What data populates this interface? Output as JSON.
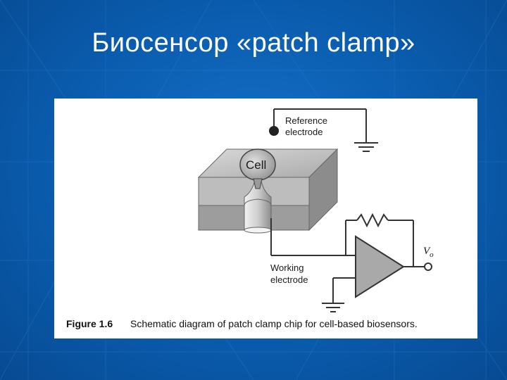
{
  "slide": {
    "title": "Биосенсор «patch clamp»"
  },
  "figure": {
    "reference_label_line1": "Reference",
    "reference_label_line2": "electrode",
    "cell_label": "Cell",
    "working_label_line1": "Working",
    "working_label_line2": "electrode",
    "output_label": "V",
    "output_subscript": "o",
    "caption_number": "Figure 1.6",
    "caption_text": "Schematic diagram of patch clamp chip for cell-based biosensors."
  },
  "colors": {
    "background": "#0a5fb0",
    "title_text": "#ffffff",
    "panel": "#ffffff",
    "chip_top": "#bdbdbd",
    "chip_layer": "#a8a8a8",
    "wire": "#333333"
  }
}
